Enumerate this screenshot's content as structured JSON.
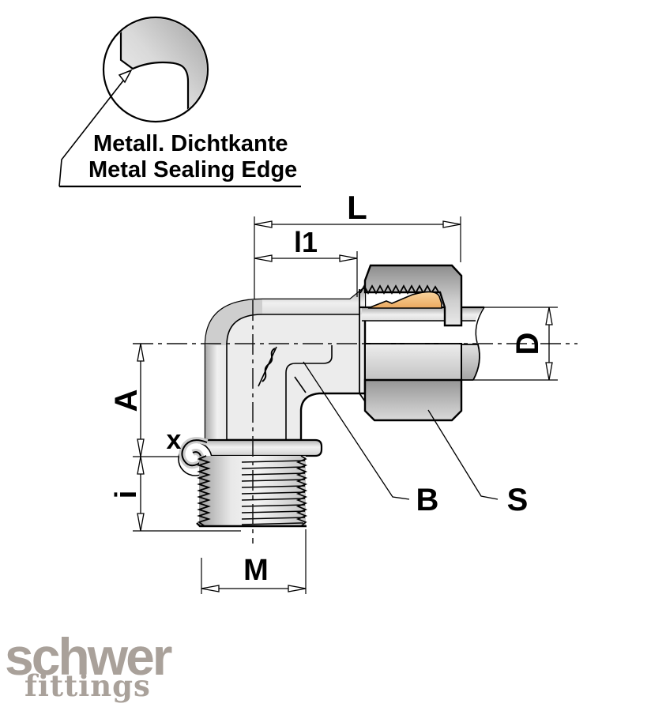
{
  "detail_callout": {
    "line1": "Metall. Dichtkante",
    "line2": "Metal Sealing Edge"
  },
  "dimension_labels": {
    "L": "L",
    "l1": "l1",
    "D": "D",
    "A": "A",
    "i": "i",
    "M": "M",
    "x": "x",
    "B": "B",
    "S": "S"
  },
  "logo": {
    "brand": "schwer",
    "sub": "fittings"
  },
  "colors": {
    "cutting_ring_orange": "#f2bd80",
    "logo_gray": "#a9a19a",
    "outline_black": "#000000",
    "metal_light": "#f0f0f0",
    "metal_dark": "#8d8d8d",
    "background": "#ffffff"
  }
}
